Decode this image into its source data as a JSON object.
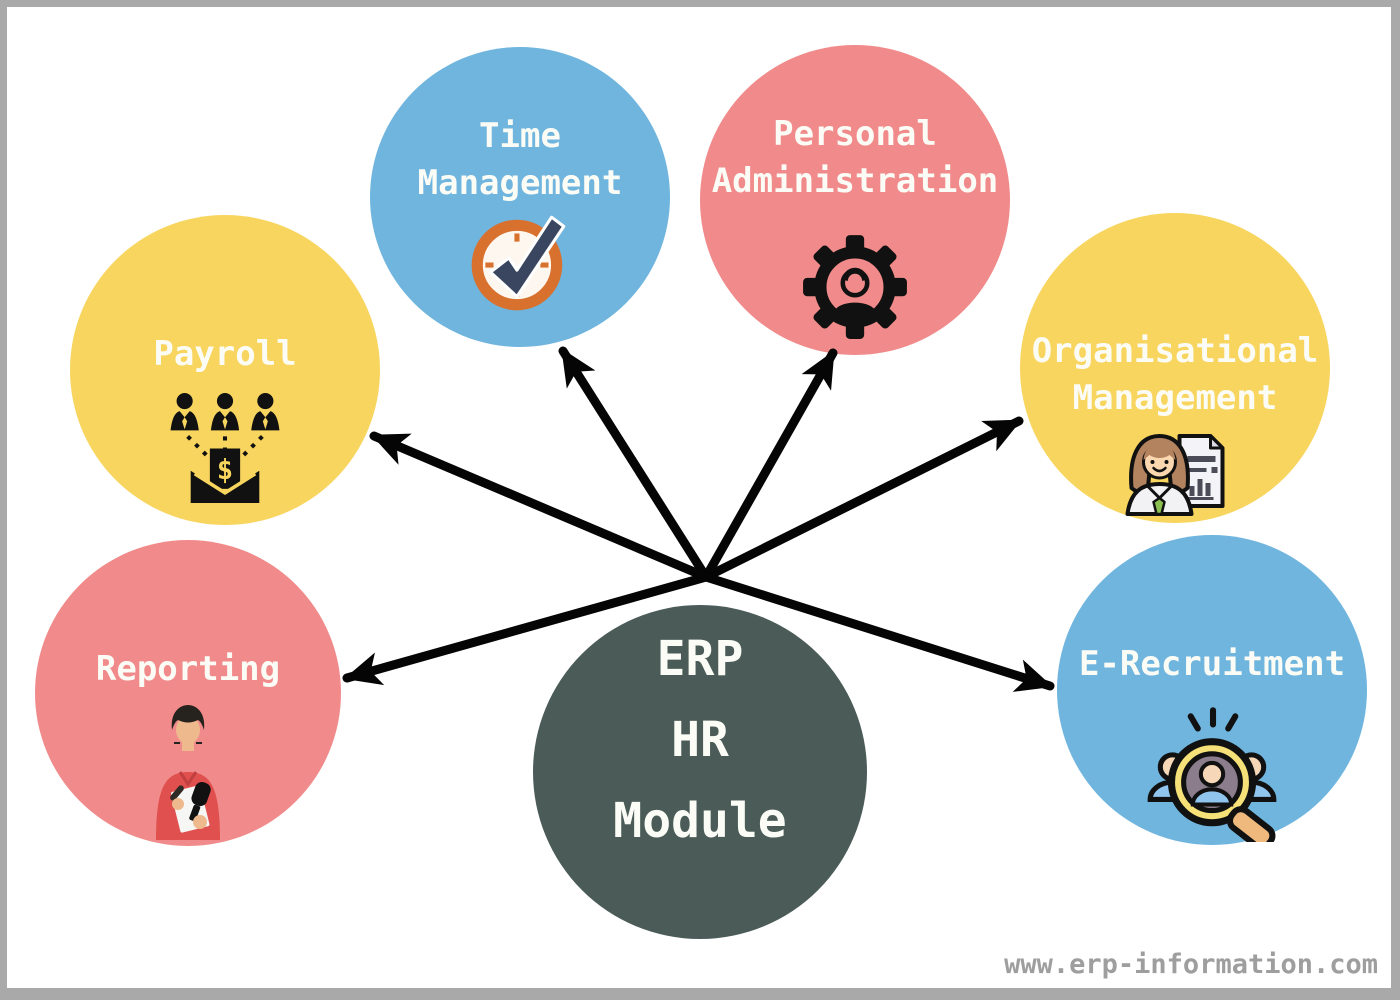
{
  "diagram": {
    "center_node": {
      "id": "erp-hr-module",
      "lines": [
        "ERP",
        "HR",
        "Module"
      ],
      "color": "#4a5b58"
    },
    "nodes": [
      {
        "id": "time-management",
        "lines": [
          "Time",
          "Management"
        ],
        "color": "#6fb5de",
        "icon": "clock-check-icon"
      },
      {
        "id": "personal-administration",
        "lines": [
          "Personal",
          "Administration"
        ],
        "color": "#f18b8b",
        "icon": "gear-person-icon"
      },
      {
        "id": "payroll",
        "lines": [
          "Payroll"
        ],
        "color": "#f8d55e",
        "icon": "payroll-distribution-icon"
      },
      {
        "id": "organisational-management",
        "lines": [
          "Organisational",
          "Management"
        ],
        "color": "#f8d55e",
        "icon": "employee-document-icon"
      },
      {
        "id": "reporting",
        "lines": [
          "Reporting"
        ],
        "color": "#f18b8b",
        "icon": "reporter-icon"
      },
      {
        "id": "e-recruitment",
        "lines": [
          "E-Recruitment"
        ],
        "color": "#6fb5de",
        "icon": "magnifier-people-icon"
      }
    ],
    "payroll_icon_symbol": "$",
    "watermark": "www.erp-information.com",
    "palette": {
      "blue": "#6fb5de",
      "pink": "#f18b8b",
      "yellow": "#f8d55e",
      "center_dark": "#4a5b58",
      "arrow_black": "#050505",
      "frame_gray": "#a9a9a9",
      "watermark_gray": "#9e9e9e",
      "label_white": "#fcfcf6",
      "clock_orange": "#d9712e",
      "check_navy": "#3a4660"
    }
  }
}
